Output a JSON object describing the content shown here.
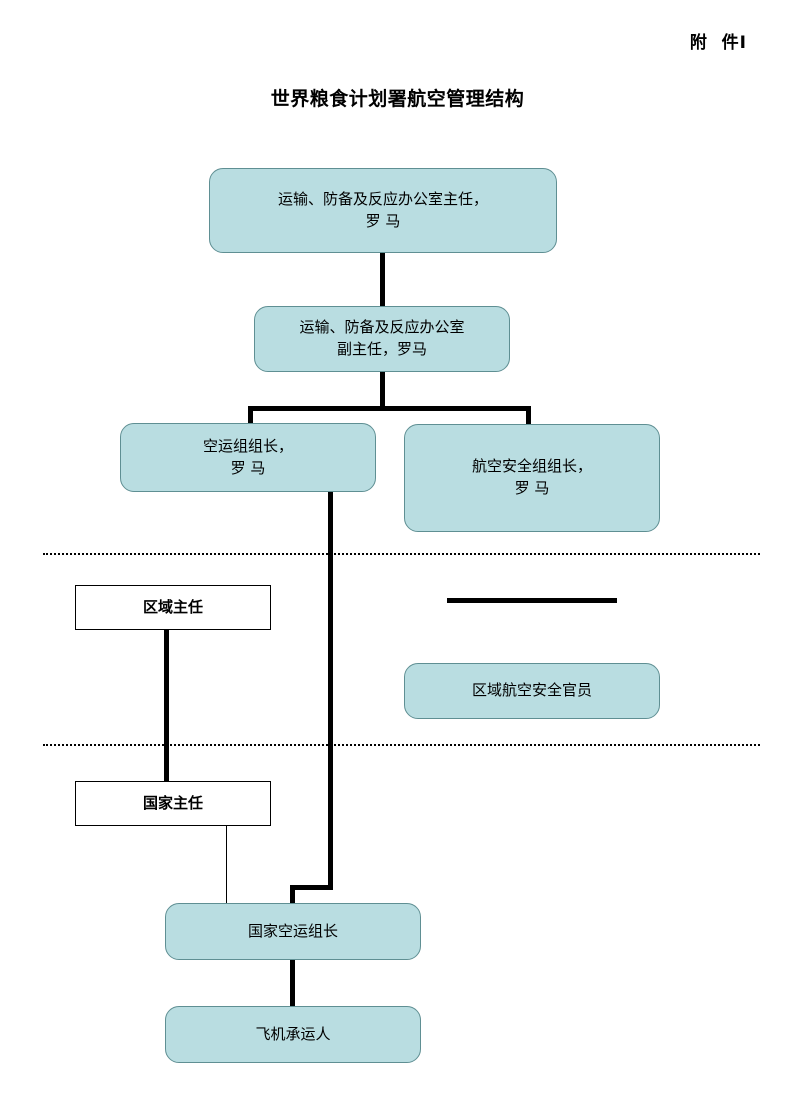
{
  "document": {
    "annex_label": "附  件I",
    "title": "世界粮食计划署航空管理结构"
  },
  "chart_data": {
    "type": "diagram",
    "title": "世界粮食计划署航空管理结构",
    "nodes": [
      {
        "id": "n1",
        "label": "运输、防备及反应办公室主任，\n罗  马",
        "style": "teal-rounded",
        "level": 1
      },
      {
        "id": "n2",
        "label": "运输、防备及反应办公室\n副主任，罗马",
        "style": "teal-rounded",
        "level": 2
      },
      {
        "id": "n3",
        "label": "空运组组长，\n罗  马",
        "style": "teal-rounded",
        "level": 3
      },
      {
        "id": "n4",
        "label": "航空安全组组长，\n罗  马",
        "style": "teal-rounded",
        "level": 3
      },
      {
        "id": "n5",
        "label": "区域主任",
        "style": "white-rect",
        "level": 4
      },
      {
        "id": "n6",
        "label": "区域航空安全官员",
        "style": "teal-rounded",
        "level": 4
      },
      {
        "id": "n7",
        "label": "国家主任",
        "style": "white-rect",
        "level": 5
      },
      {
        "id": "n8",
        "label": "国家空运组长",
        "style": "teal-rounded",
        "level": 6
      },
      {
        "id": "n9",
        "label": "飞机承运人",
        "style": "teal-rounded",
        "level": 7
      }
    ],
    "edges": [
      {
        "from": "n1",
        "to": "n2",
        "weight": "thick"
      },
      {
        "from": "n2",
        "to": "n3",
        "weight": "thick"
      },
      {
        "from": "n2",
        "to": "n4",
        "weight": "thick"
      },
      {
        "from": "n3",
        "to": "n8",
        "weight": "thick"
      },
      {
        "from": "n5",
        "to": "n7",
        "weight": "thick"
      },
      {
        "from": "n7",
        "to": "n8",
        "weight": "thin"
      },
      {
        "from": "n8",
        "to": "n9",
        "weight": "thick"
      }
    ],
    "separators": [
      {
        "id": "sep1",
        "style": "dotted"
      },
      {
        "id": "sep2",
        "style": "dotted"
      }
    ],
    "colors": {
      "node_fill_teal": "#b9dde1",
      "node_border_teal": "#5f8f93",
      "node_fill_white": "#ffffff",
      "node_border_black": "#000000",
      "connector": "#000000",
      "background": "#ffffff"
    }
  }
}
